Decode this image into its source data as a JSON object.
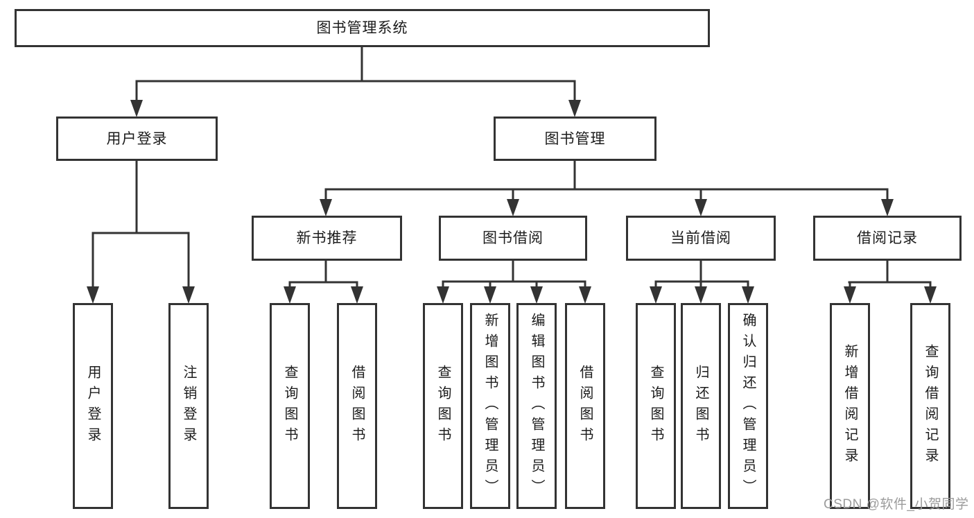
{
  "watermark": {
    "text": "CSDN @软件_小贺同学",
    "color": "#9b9b9b"
  },
  "colors": {
    "line": "#333333",
    "box_border": "#333333",
    "box_fill": "#ffffff",
    "text": "#1c1c1c"
  },
  "nodes": {
    "root": "图书管理系统",
    "user_login": "用户登录",
    "book_mgmt": "图书管理",
    "new_book_rec": "新书推荐",
    "book_borrow": "图书借阅",
    "current_borrow": "当前借阅",
    "borrow_records": "借阅记录",
    "leaf_user_login": "用户登录",
    "leaf_logout": "注销登录",
    "leaf_query_book_rec": "查询图书",
    "leaf_borrow_book_rec": "借阅图书",
    "leaf_query_book_borrow": "查询图书",
    "leaf_add_book_admin": "新增图书（管理员）",
    "leaf_edit_book_admin": "编辑图书（管理员）",
    "leaf_borrow_book_borrow": "借阅图书",
    "leaf_query_book_current": "查询图书",
    "leaf_return_book": "归还图书",
    "leaf_confirm_return_admin": "确认归还（管理员）",
    "leaf_add_borrow_record": "新增借阅记录",
    "leaf_query_borrow_record": "查询借阅记录"
  }
}
